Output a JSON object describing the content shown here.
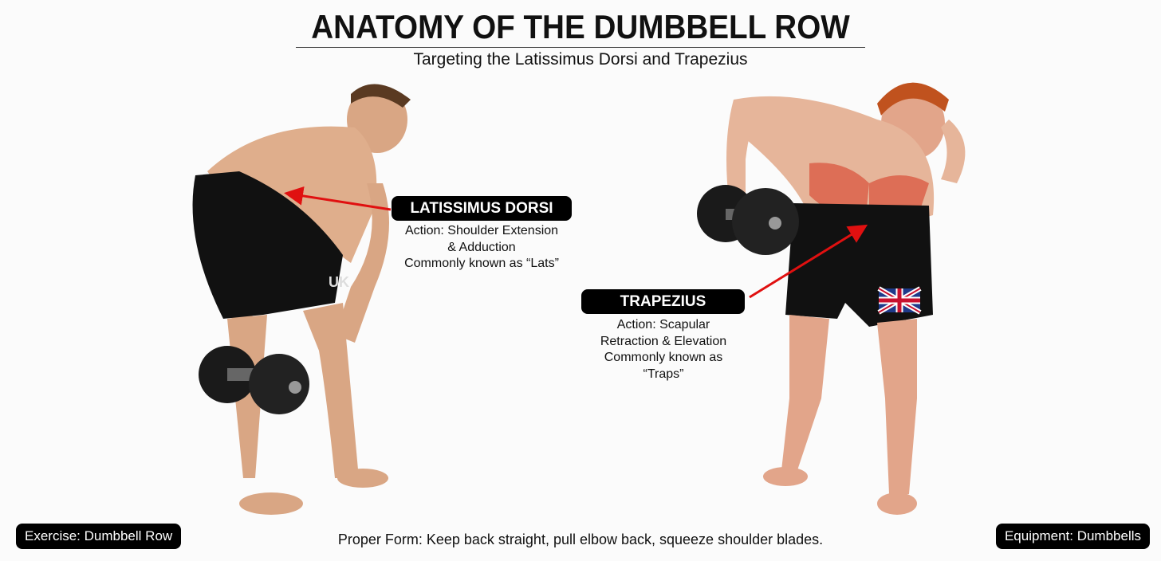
{
  "header": {
    "title": "ANATOMY OF THE DUMBBELL ROW",
    "subtitle": "Targeting the Latissimus Dorsi and Trapezius"
  },
  "muscles": [
    {
      "name": "LATISSIMUS DORSI",
      "lines": [
        "Action: Shoulder Extension",
        "& Adduction",
        "Commonly known as “Lats”"
      ]
    },
    {
      "name": "TRAPEZIUS",
      "lines": [
        "Action: Scapular",
        "Retraction & Elevation",
        "Commonly known as",
        "“Traps”"
      ]
    }
  ],
  "footer": {
    "exercise": "Exercise: Dumbbell Row",
    "form": "Proper Form: Keep back straight, pull elbow back, squeeze shoulder blades.",
    "equipment": "Equipment: Dumbbells"
  },
  "shorts_logo": "UK",
  "colors": {
    "arrow": "#e01010",
    "label_bg": "#000000",
    "skin": "#dfae8c",
    "muscle_highlight": "#d9573f"
  }
}
